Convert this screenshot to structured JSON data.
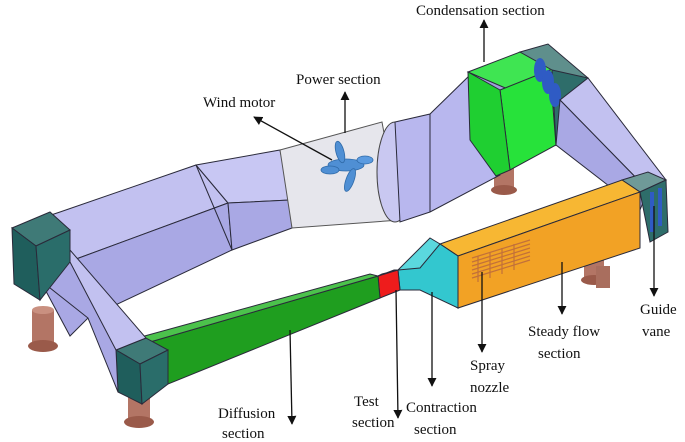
{
  "labels": {
    "condensation": "Condensation section",
    "power": "Power section",
    "wind_motor": "Wind motor",
    "guide_vane_1": "Guide",
    "guide_vane_2": "vane",
    "steady_1": "Steady flow",
    "steady_2": "section",
    "spray_1": "Spray",
    "spray_2": "nozzle",
    "contraction_1": "Contraction",
    "contraction_2": "section",
    "test_1": "Test",
    "test_2": "section",
    "diffusion_1": "Diffusion",
    "diffusion_2": "section"
  },
  "colors": {
    "duct": "#b4b3ec",
    "duct_dark": "#9897d6",
    "corner": "#1f5e5c",
    "condensation": "#27e23a",
    "diffusion": "#1f9e1f",
    "test": "#ee1c1c",
    "contraction": "#33c7cf",
    "steady": "#f2a225",
    "steady_top": "#f7b733",
    "fan": "#4f8fd4",
    "guide_vane": "#2f5bc4",
    "legs": "#a86a5a"
  }
}
